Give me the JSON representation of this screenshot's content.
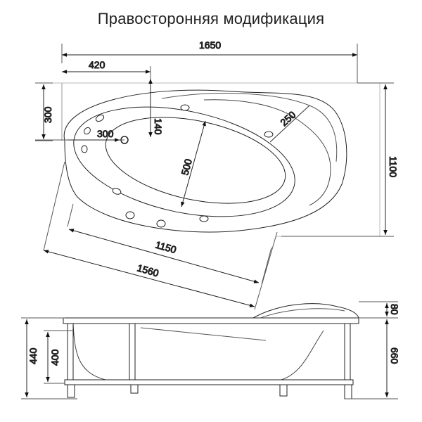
{
  "title": "Правосторонняя модификация",
  "top_view": {
    "dimensions": {
      "overall_length": "1650",
      "overall_width": "1100",
      "drain_offset_x": "420",
      "drain_offset_y": "300",
      "drain_to_inner": "300",
      "inner_gap": "140",
      "inner_width": "500",
      "headrest_radius": "250",
      "inner_length": "1150",
      "outer_length": "1560"
    }
  },
  "side_view": {
    "dimensions": {
      "rim_height": "440",
      "inner_depth": "400",
      "headrest_height": "80",
      "total_height": "660"
    }
  }
}
